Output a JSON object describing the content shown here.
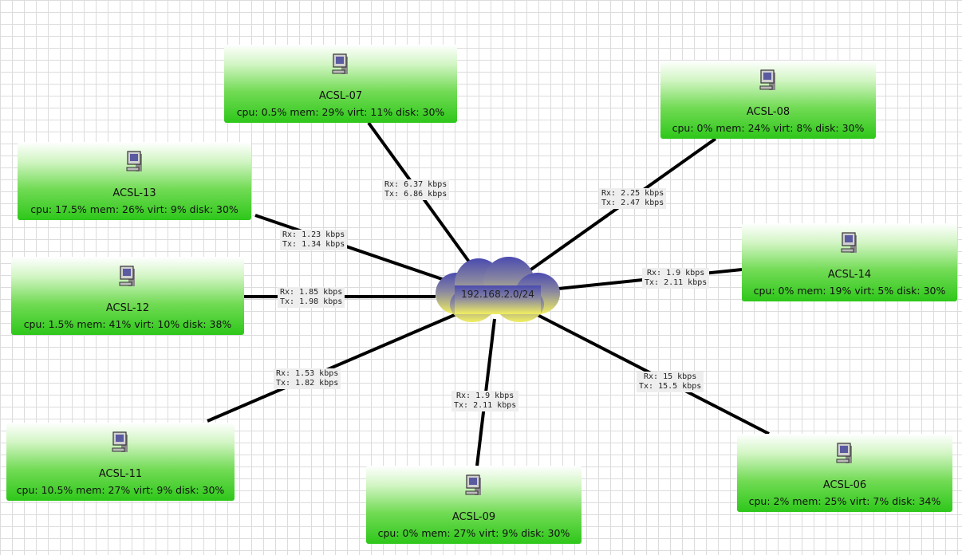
{
  "network": {
    "label": "192.168.2.0/24"
  },
  "nodes": [
    {
      "id": "acsl-07",
      "name": "ACSL-07",
      "stats": "cpu: 0.5% mem: 29% virt: 11% disk: 30%",
      "icon": "computer-icon"
    },
    {
      "id": "acsl-08",
      "name": "ACSL-08",
      "stats": "cpu: 0% mem: 24% virt: 8% disk: 30%",
      "icon": "computer-icon"
    },
    {
      "id": "acsl-13",
      "name": "ACSL-13",
      "stats": "cpu: 17.5% mem: 26% virt: 9% disk: 30%",
      "icon": "computer-icon"
    },
    {
      "id": "acsl-14",
      "name": "ACSL-14",
      "stats": "cpu: 0% mem: 19% virt: 5% disk: 30%",
      "icon": "computer-icon"
    },
    {
      "id": "acsl-12",
      "name": "ACSL-12",
      "stats": "cpu: 1.5% mem: 41% virt: 10% disk: 38%",
      "icon": "computer-icon"
    },
    {
      "id": "acsl-11",
      "name": "ACSL-11",
      "stats": "cpu: 10.5% mem: 27% virt: 9% disk: 30%",
      "icon": "computer-icon"
    },
    {
      "id": "acsl-09",
      "name": "ACSL-09",
      "stats": "cpu: 0% mem: 27% virt: 9% disk: 30%",
      "icon": "computer-icon"
    },
    {
      "id": "acsl-06",
      "name": "ACSL-06",
      "stats": "cpu: 2% mem: 25% virt: 7% disk: 34%",
      "icon": "computer-icon"
    }
  ],
  "links": [
    {
      "node": "acsl-07",
      "rx": "Rx:  6.37 kbps",
      "tx": "Tx:  6.86 kbps"
    },
    {
      "node": "acsl-08",
      "rx": "Rx:  2.25 kbps",
      "tx": "Tx:  2.47 kbps"
    },
    {
      "node": "acsl-13",
      "rx": "Rx:  1.23 kbps",
      "tx": "Tx:  1.34 kbps"
    },
    {
      "node": "acsl-14",
      "rx": "Rx:  1.9 kbps",
      "tx": "Tx:  2.11 kbps"
    },
    {
      "node": "acsl-12",
      "rx": "Rx:  1.85 kbps",
      "tx": "Tx:  1.98 kbps"
    },
    {
      "node": "acsl-11",
      "rx": "Rx:  1.53 kbps",
      "tx": "Tx:  1.82 kbps"
    },
    {
      "node": "acsl-09",
      "rx": "Rx:  1.9 kbps",
      "tx": "Tx:  2.11 kbps"
    },
    {
      "node": "acsl-06",
      "rx": "Rx:  15 kbps",
      "tx": "Tx:  15.5 kbps"
    }
  ],
  "colors": {
    "node_fill": "#2ec71a",
    "link": "#000000",
    "cloud_top": "#5a5ab0",
    "cloud_bottom": "#f0f05a",
    "grid": "#dcdcdc"
  }
}
